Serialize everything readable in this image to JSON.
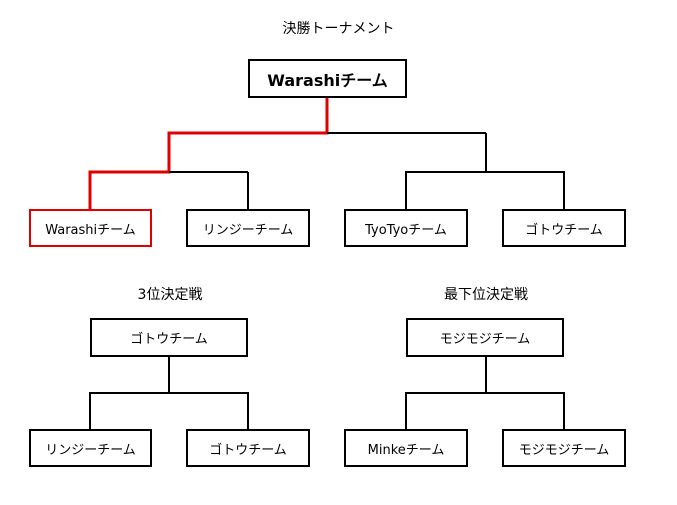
{
  "main_bracket": {
    "title": "決勝トーナメント",
    "champion": "Warashiチーム",
    "teams": [
      "Warashiチーム",
      "リンジーチーム",
      "TyoTyoチーム",
      "ゴトウチーム"
    ]
  },
  "third_place": {
    "title": "3位決定戦",
    "winner": "ゴトウチーム",
    "teams": [
      "リンジーチーム",
      "ゴトウチーム"
    ]
  },
  "last_place": {
    "title": "最下位決定戦",
    "winner": "モジモジチーム",
    "teams": [
      "Minkeチーム",
      "モジモジチーム"
    ]
  },
  "colors": {
    "winning_path": "#e00000",
    "line": "#000000"
  }
}
